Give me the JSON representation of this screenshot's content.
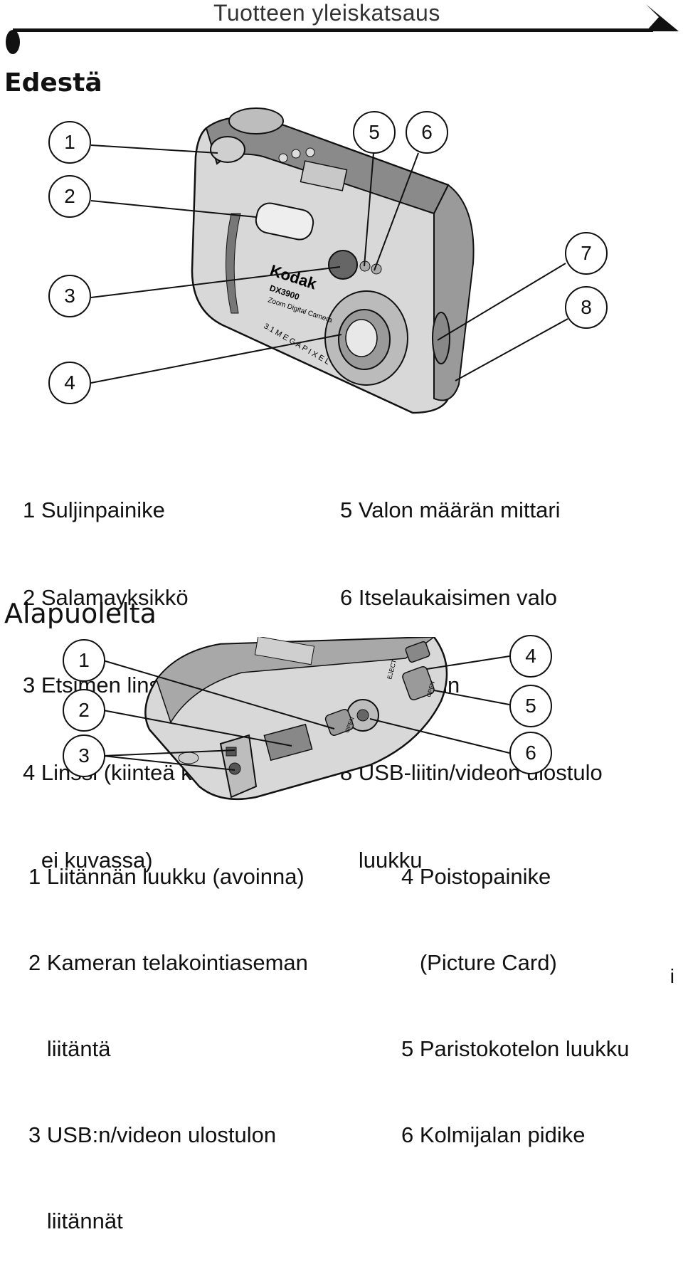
{
  "header": {
    "title": "Tuotteen yleiskatsaus"
  },
  "front": {
    "section_title": "Edestä",
    "callouts": [
      "1",
      "2",
      "3",
      "4",
      "5",
      "6",
      "7",
      "8"
    ],
    "camera_brand": "Kodak",
    "camera_model": "DX3900",
    "camera_subtitle": "Zoom Digital Camera",
    "camera_megapixel": "3.1 M E G A P I X E L",
    "legend_left": [
      "1 Suljinpainike",
      "2 Salamayksikkö",
      "3 Etsimen linssi",
      "4 Linssi (kiinteä kansi",
      "   ei kuvassa)"
    ],
    "legend_right": [
      "5 Valon määrän mittari",
      "6 Itselaukaisimen valo",
      "7 Virtakytkin",
      "8 USB-liitin/videon ulostulo",
      "   luukku"
    ]
  },
  "bottom": {
    "section_title": "Alapuolelta",
    "callouts": [
      "1",
      "2",
      "3",
      "4",
      "5",
      "6"
    ],
    "camera_eject_label": "EJECT",
    "camera_open_label": "OPEN",
    "legend_left": [
      "1 Liitännän luukku (avoinna)",
      "2 Kameran telakointiaseman",
      "   liitäntä",
      "3 USB:n/videon ulostulon",
      "   liitännät"
    ],
    "legend_right": [
      "4 Poistopainike",
      "   (Picture Card)",
      "5 Paristokotelon luukku",
      "6 Kolmijalan pidike"
    ]
  },
  "page_number": "i",
  "colors": {
    "ink": "#111111",
    "body_light": "#d8d8d8",
    "body_mid": "#b5b5b5",
    "body_dark": "#7a7a7a",
    "lens": "#9a9a9a"
  }
}
